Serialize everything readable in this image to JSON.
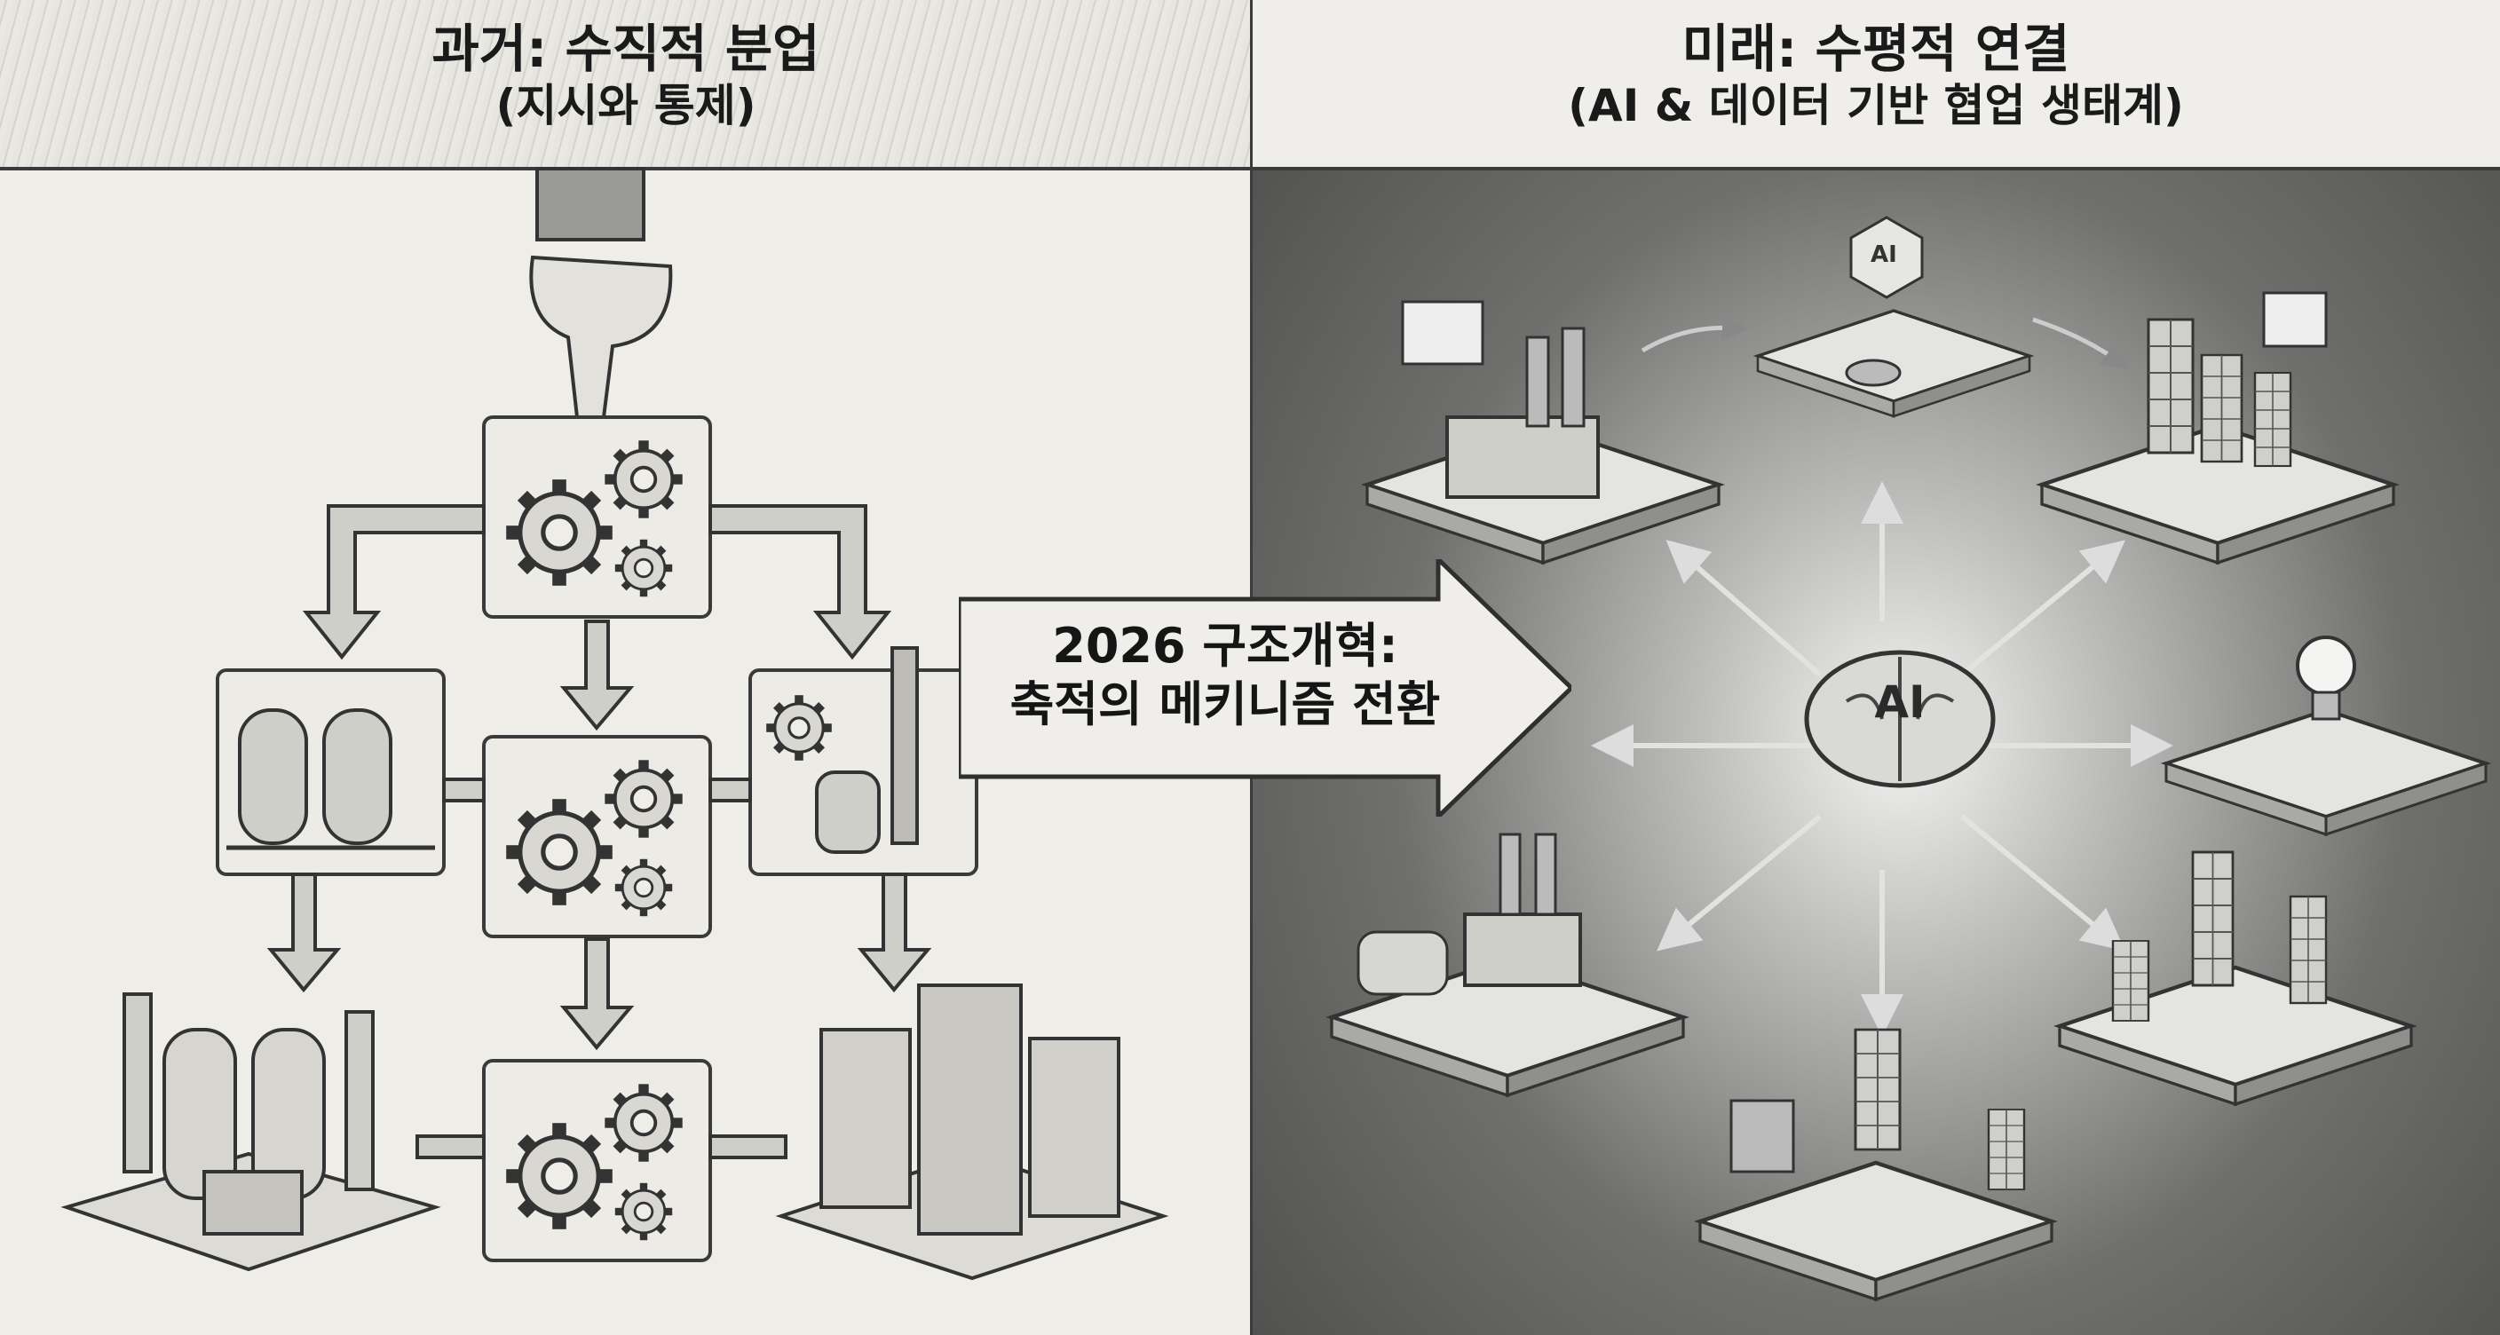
{
  "left_panel": {
    "title": "과거: 수직적 분업",
    "subtitle": "(지시와 통제)"
  },
  "right_panel": {
    "title": "미래: 수평적 연결",
    "subtitle": "(AI & 데이터 기반 협업 생태계)",
    "center_label": "AI",
    "lab_badge": "AI"
  },
  "transition_arrow": {
    "line1": "2026 구조개혁:",
    "line2": "축적의 메키니즘 전환"
  },
  "colors": {
    "paper": "#eeede8",
    "ink": "#1a1a1a",
    "pencil_dark": "#4a4a49"
  }
}
